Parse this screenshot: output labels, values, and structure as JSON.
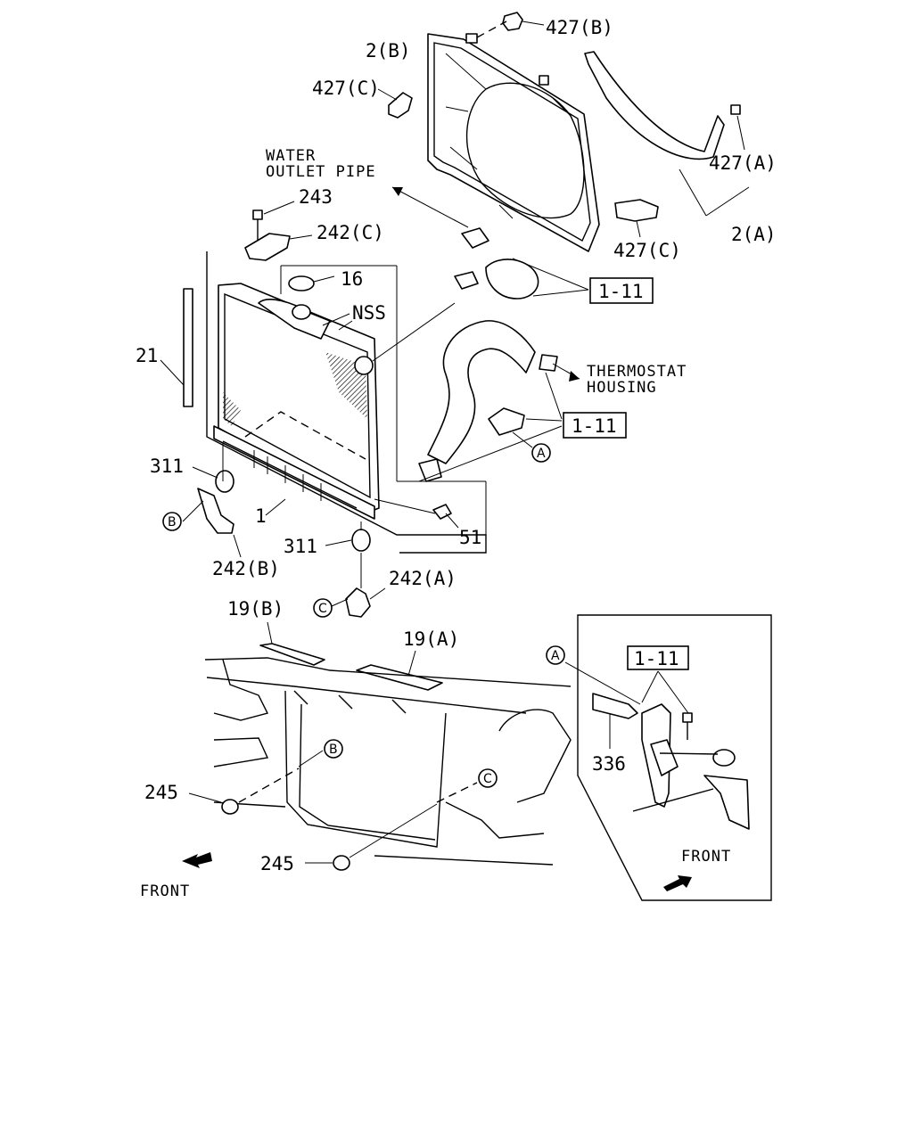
{
  "diagram": {
    "labels": {
      "p427b": "427(B)",
      "p2b": "2(B)",
      "p427c_top": "427(C)",
      "water_outlet_line1": "WATER",
      "water_outlet_line2": "OUTLET PIPE",
      "p427a": "427(A)",
      "p2a": "2(A)",
      "p427c_right": "427(C)",
      "p243": "243",
      "p242c": "242(C)",
      "p16": "16",
      "nss": "NSS",
      "p21": "21",
      "ref_111_a": "1-11",
      "ref_111_b": "1-11",
      "ref_111_c": "1-11",
      "thermostat_line1": "THERMOSTAT",
      "thermostat_line2": "HOUSING",
      "p311_left": "311",
      "p1": "1",
      "p242b": "242(B)",
      "p311_right": "311",
      "p51": "51",
      "p242a": "242(A)",
      "p19b": "19(B)",
      "p19a": "19(A)",
      "p336": "336",
      "p245_left": "245",
      "p245_right": "245",
      "front_left": "FRONT",
      "front_right": "FRONT"
    },
    "circles": {
      "a1": "A",
      "a2": "A",
      "b1": "B",
      "b2": "B",
      "c1": "C",
      "c2": "C"
    }
  }
}
